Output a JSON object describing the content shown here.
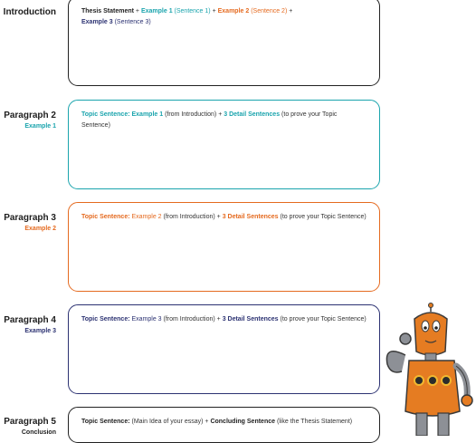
{
  "sections": [
    {
      "title": "Introduction",
      "subtitle": "",
      "text": [
        {
          "t": "Thesis Statement",
          "cls": "b dark"
        },
        {
          "t": " + ",
          "cls": ""
        },
        {
          "t": "Example 1",
          "cls": "b teal"
        },
        {
          "t": " (Sentence 1)",
          "cls": "teal"
        },
        {
          "t": " + ",
          "cls": ""
        },
        {
          "t": "Example 2",
          "cls": "b orange"
        },
        {
          "t": " (Sentence 2)",
          "cls": "orange"
        },
        {
          "t": " + ",
          "cls": ""
        },
        {
          "t": "Example 3",
          "cls": "b navy"
        },
        {
          "t": " (Sentence 3)",
          "cls": "navy"
        }
      ]
    },
    {
      "title": "Paragraph 2",
      "subtitle": "Example 1",
      "text": [
        {
          "t": "Topic Sentence: Example 1",
          "cls": "b teal"
        },
        {
          "t": " (from Introduction) + ",
          "cls": ""
        },
        {
          "t": "3 Detail Sentences",
          "cls": "b teal"
        },
        {
          "t": " (to prove your Topic Sentence)",
          "cls": ""
        }
      ]
    },
    {
      "title": "Paragraph 3",
      "subtitle": "Example 2",
      "text": [
        {
          "t": "Topic Sentence:",
          "cls": "b orange"
        },
        {
          "t": " Example 2",
          "cls": "orange"
        },
        {
          "t": " (from Introduction) + ",
          "cls": ""
        },
        {
          "t": "3 Detail Sentences",
          "cls": "b orange"
        },
        {
          "t": " (to prove your Topic Sentence)",
          "cls": ""
        }
      ]
    },
    {
      "title": "Paragraph 4",
      "subtitle": "Example 3",
      "text": [
        {
          "t": "Topic Sentence:",
          "cls": "b navy"
        },
        {
          "t": " Example 3",
          "cls": "navy"
        },
        {
          "t": " (from Introduction) + ",
          "cls": ""
        },
        {
          "t": "3 Detail Sentences",
          "cls": "b navy"
        },
        {
          "t": " (to prove your Topic Sentence)",
          "cls": ""
        }
      ]
    },
    {
      "title": "Paragraph 5",
      "subtitle": "Conclusion",
      "text": [
        {
          "t": "Topic Sentence:",
          "cls": "b dark"
        },
        {
          "t": " (Main Idea of your essay) + ",
          "cls": ""
        },
        {
          "t": "Concluding Sentence",
          "cls": "b dark"
        },
        {
          "t": " (like the Thesis Statement)",
          "cls": ""
        }
      ]
    }
  ],
  "colors": {
    "intro": "#222222",
    "paragraph_2": "#1aa4ad",
    "paragraph_3": "#e56a1f",
    "paragraph_4": "#2c3272",
    "paragraph_5": "#222222"
  },
  "illustration": "robot-mascot"
}
